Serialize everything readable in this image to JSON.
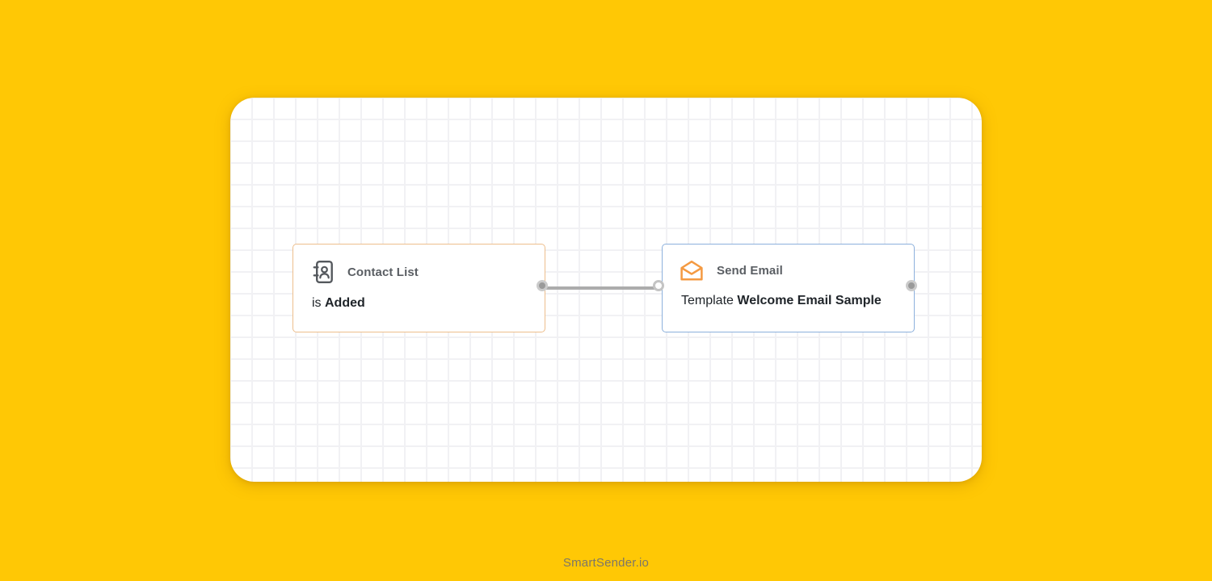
{
  "page": {
    "background_color": "#FFC805",
    "footer_brand": "SmartSender.io"
  },
  "canvas": {
    "grid_line_color": "#F1F1F4",
    "nodes": [
      {
        "title": "Contact List",
        "icon": "address-book-icon",
        "icon_color": "#54585D",
        "accent_color": "#EDBE8C",
        "body_prefix": "is ",
        "body_bold": "Added"
      },
      {
        "title": "Send Email",
        "icon": "envelope-open-icon",
        "icon_color": "#F49A42",
        "accent_color": "#8CB0DC",
        "body_prefix": "Template ",
        "body_bold": "Welcome Email Sample"
      }
    ],
    "connection": {
      "from": "Contact List",
      "to": "Send Email",
      "line_color": "#ACACAC",
      "port_fill_color": "#9A9A9A",
      "port_ring_color": "#CBCBCB"
    }
  }
}
